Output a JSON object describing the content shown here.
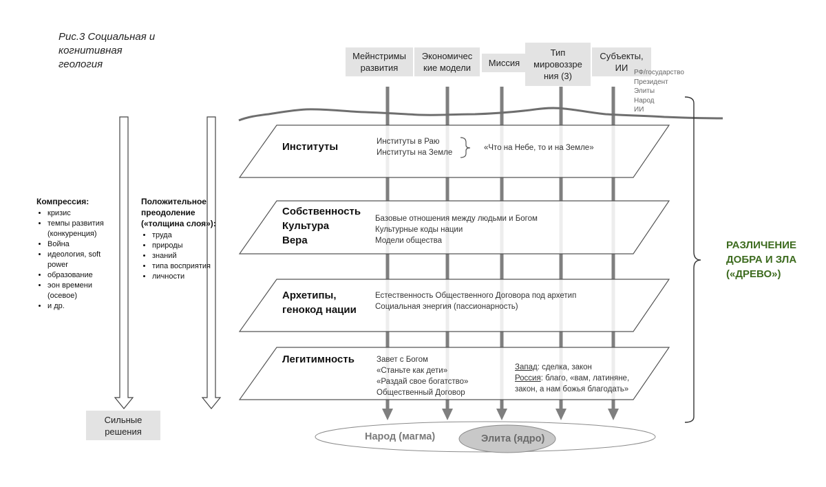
{
  "figure_title": [
    "Рис.3 Социальная и",
    "когнитивная",
    "геология"
  ],
  "columns": [
    {
      "id": "mainstreams",
      "lines": [
        "Мейнстримы",
        "развития"
      ]
    },
    {
      "id": "economic",
      "lines": [
        "Экономичес",
        "кие модели"
      ]
    },
    {
      "id": "mission",
      "lines": [
        "Миссия"
      ]
    },
    {
      "id": "worldview",
      "lines": [
        "Тип",
        "мировоззре",
        "ния (3)"
      ]
    },
    {
      "id": "subjects",
      "lines": [
        "Субъекты,",
        "ИИ"
      ]
    }
  ],
  "subjects_list": [
    "РФ/государство",
    "Президент",
    "Элиты",
    "Народ",
    "ИИ"
  ],
  "compression": {
    "title": "Компрессия:",
    "items": [
      "кризис",
      "темпы развития (конкуренция)",
      "Война",
      "идеология, soft power",
      "образование",
      "эон времени (осевое)",
      "и др."
    ]
  },
  "overcoming": {
    "title": "Положительное преодоление («толщина слоя»):",
    "items": [
      "труда",
      "природы",
      "знаний",
      "типа восприятия",
      "личности"
    ]
  },
  "strong_solutions": [
    "Сильные",
    "решения"
  ],
  "layers": [
    {
      "id": "institutes",
      "title": [
        "Институты"
      ],
      "notes": [
        "Институты в Раю",
        "Институты на Земле"
      ],
      "quote": "«Что на Небе, то и на Земле»"
    },
    {
      "id": "property",
      "title": [
        "Собственность",
        "Культура",
        "Вера"
      ],
      "notes": [
        "Базовые отношения между людьми и Богом",
        "Культурные коды нации",
        "Модели общества"
      ]
    },
    {
      "id": "archetypes",
      "title": [
        "Архетипы,",
        "генокод нации"
      ],
      "notes": [
        "Естественность Общественного Договора под архетип",
        "Социальная энергия (пассионарность)"
      ]
    },
    {
      "id": "legitimacy",
      "title": [
        "Легитимность"
      ],
      "notes": [
        "Завет с Богом",
        "«Станьте как дети»",
        "«Раздай свое богатство»",
        "Общественный Договор"
      ],
      "west_label": "Запад",
      "west_text": ":  сделка, закон",
      "russia_label": "Россия",
      "russia_text": ": благо, «вам, латиняне,",
      "russia_text2": "закон, а нам божья благодать»"
    }
  ],
  "base": {
    "people": "Народ (магма)",
    "elite": "Элита (ядро)"
  },
  "distinction": [
    "РАЗЛИЧЕНИЕ",
    "ДОБРА И ЗЛА",
    "(«ДРЕВО»)"
  ],
  "colors": {
    "accent_green": "#3d6b1f",
    "arrow_gray": "#7f7f7f",
    "header_bg": "#e3e3e3",
    "ground_line": "#6e6e6e"
  }
}
